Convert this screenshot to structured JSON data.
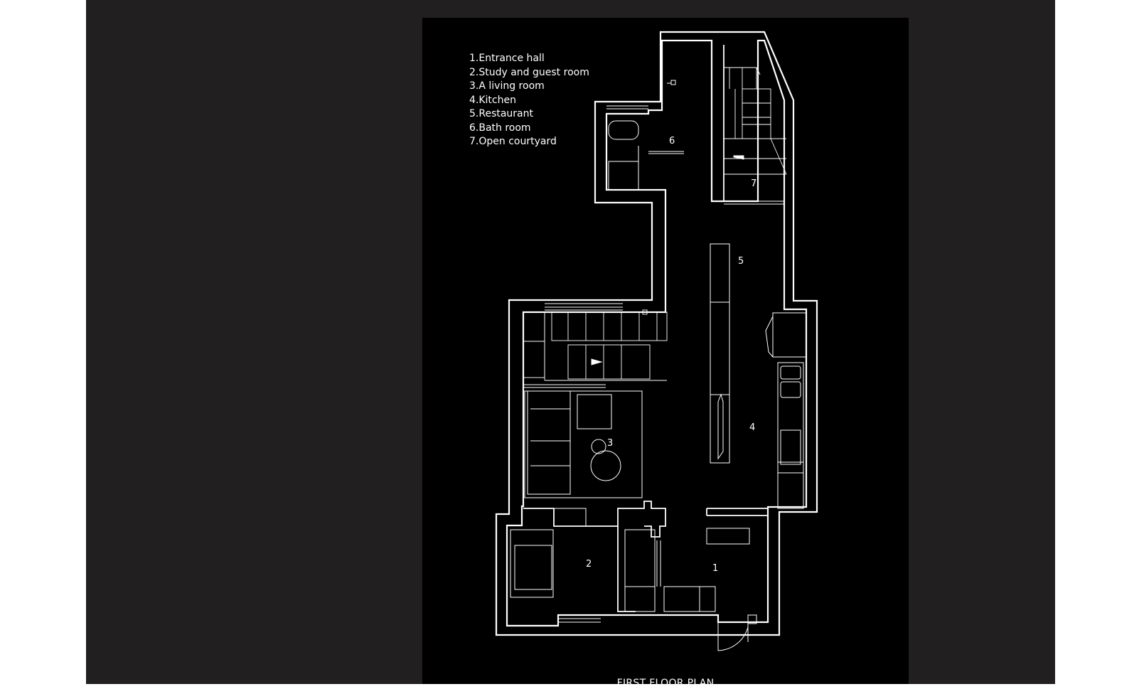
{
  "legend": {
    "items": [
      "1.Entrance hall",
      "2.Study and guest room",
      "3.A living room",
      "4.Kitchen",
      "5.Restaurant",
      "6.Bath room",
      "7.Open courtyard"
    ]
  },
  "rooms": {
    "r1": "1",
    "r2": "2",
    "r3": "3",
    "r4": "4",
    "r5": "5",
    "r6": "6",
    "r7": "7"
  },
  "plan_title": "FIRST FLOOR PLAN",
  "colors": {
    "viewer_background": "#221f20",
    "sheet_background": "#000000",
    "linework": "#ffffff",
    "outer_background": "#ffffff"
  }
}
